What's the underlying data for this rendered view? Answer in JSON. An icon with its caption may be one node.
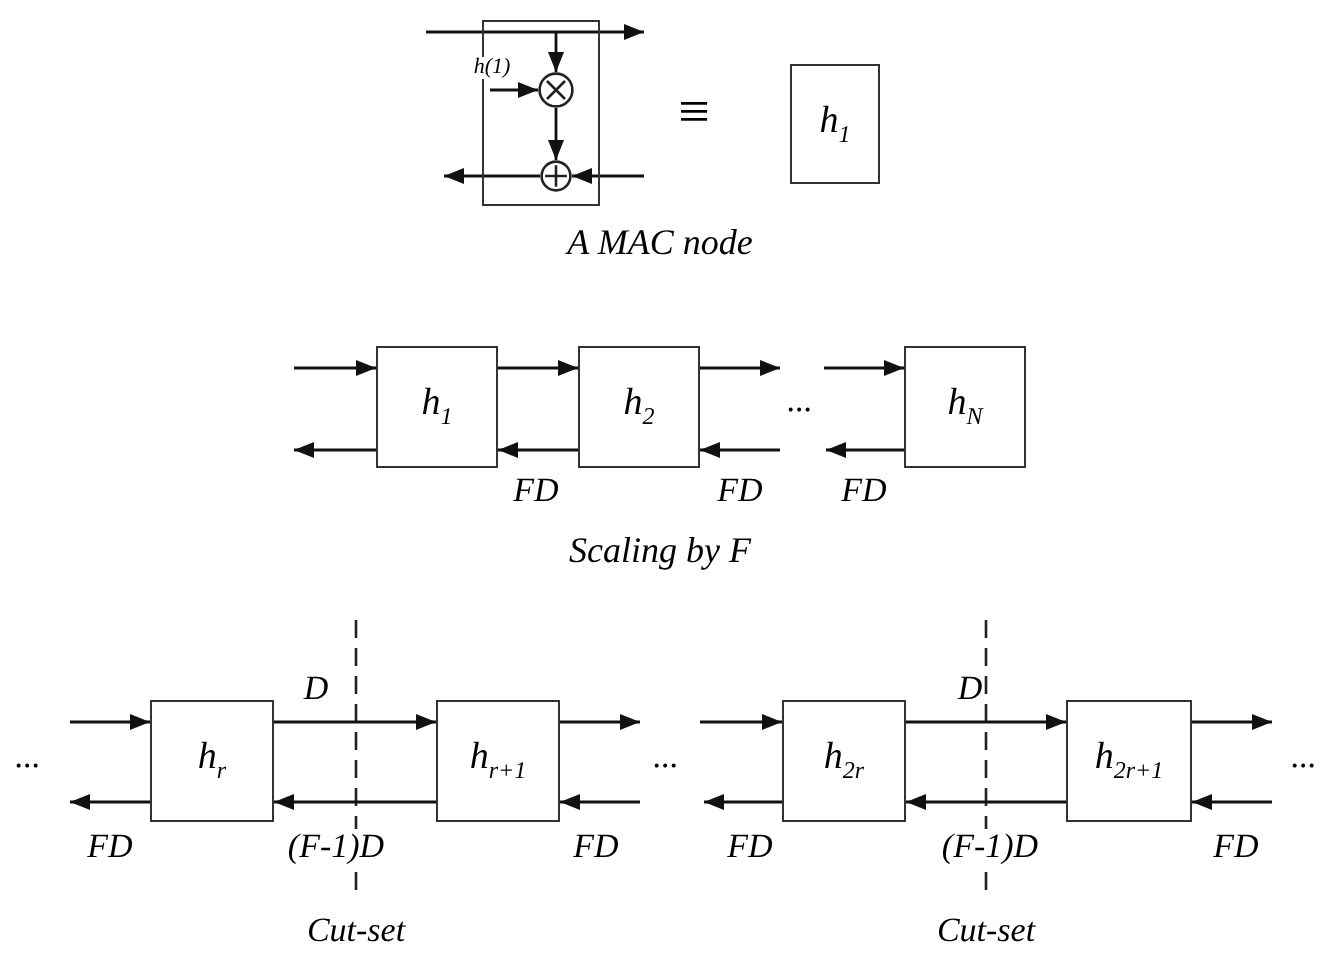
{
  "diagram": {
    "nodes": [
      {
        "text": [],
        "shape": "box"
      },
      {
        "text": [],
        "shape": "circle",
        "in": 0
      },
      {
        "text": [],
        "shape": "circle",
        "in": 0
      },
      {
        "text": [
          "h$_{1}$"
        ]
      },
      {
        "text": [
          "h$_{1}$"
        ]
      },
      {
        "text": [
          "h$_{2}$"
        ]
      },
      {
        "text": [
          "h$_{N}$"
        ]
      },
      {
        "text": [
          "h$_{r}$"
        ]
      },
      {
        "text": [
          "h$_{r+1}$"
        ]
      },
      {
        "text": [
          "h$_{2r}$"
        ]
      },
      {
        "text": [
          "h$_{2r+1}$"
        ]
      }
    ],
    "edges": [
      {
        "from": null,
        "to": 1,
        "arrow": "to"
      },
      {
        "from": null,
        "to": 1,
        "arrow": "to",
        "label": "h(1)"
      },
      {
        "from": 1,
        "to": 2,
        "arrow": "to"
      },
      {
        "from": null,
        "to": 2,
        "arrow": "to"
      },
      {
        "from": 2,
        "to": null,
        "arrow": "to"
      },
      {
        "from": null,
        "to": 4,
        "arrow": "to"
      },
      {
        "from": 4,
        "to": 5,
        "arrow": "to"
      },
      {
        "from": 5,
        "to": null,
        "arrow": "to"
      },
      {
        "from": null,
        "to": 6,
        "arrow": "to"
      },
      {
        "from": 4,
        "to": null,
        "arrow": "to"
      },
      {
        "from": 5,
        "to": 4,
        "arrow": "to",
        "label": "FD"
      },
      {
        "from": null,
        "to": 5,
        "arrow": "to",
        "label": "FD"
      },
      {
        "from": 6,
        "to": null,
        "arrow": "to",
        "label": "FD"
      },
      {
        "from": null,
        "to": 7,
        "arrow": "to"
      },
      {
        "from": 7,
        "to": 8,
        "arrow": "to",
        "label": "D"
      },
      {
        "from": 8,
        "to": null,
        "arrow": "to"
      },
      {
        "from": 7,
        "to": null,
        "arrow": "to",
        "label": "FD"
      },
      {
        "from": 8,
        "to": 7,
        "arrow": "to",
        "label": "(F-1)D"
      },
      {
        "from": null,
        "to": 8,
        "arrow": "to",
        "label": "FD"
      },
      {
        "from": null,
        "to": 9,
        "arrow": "to"
      },
      {
        "from": 9,
        "to": 10,
        "arrow": "to",
        "label": "D"
      },
      {
        "from": 10,
        "to": null,
        "arrow": "to"
      },
      {
        "from": 9,
        "to": null,
        "arrow": "to",
        "label": "FD"
      },
      {
        "from": 10,
        "to": 9,
        "arrow": "to",
        "label": "(F-1)D"
      },
      {
        "from": null,
        "to": 10,
        "arrow": "to",
        "label": "FD"
      }
    ],
    "labels": [
      "≡",
      "A MAC node",
      "...",
      "Scaling by F",
      "...",
      "...",
      "...",
      "Cut-set",
      "Cut-set"
    ]
  }
}
